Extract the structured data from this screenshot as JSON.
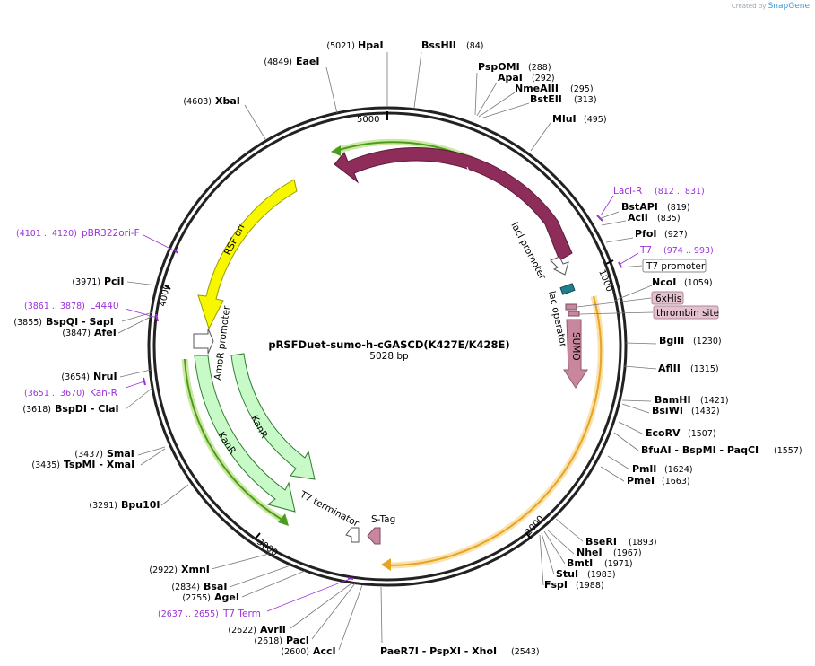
{
  "credit": {
    "prefix": "Created by",
    "brand": "SnapGene"
  },
  "plasmid": {
    "name": "pRSFDuet-sumo-h-cGASCD(K427E/K428E)",
    "length": "5028 bp"
  },
  "ticks": [
    "1000",
    "2000",
    "3000",
    "4000",
    "5000"
  ],
  "sites": [
    {
      "pos": "(5021)",
      "name": "HpaI"
    },
    {
      "pos": "(84)",
      "name": "BssHII"
    },
    {
      "pos": "(4849)",
      "name": "EaeI"
    },
    {
      "pos": "(288)",
      "name": "PspOMI"
    },
    {
      "pos": "(292)",
      "name": "ApaI"
    },
    {
      "pos": "(295)",
      "name": "NmeAIII"
    },
    {
      "pos": "(313)",
      "name": "BstEII"
    },
    {
      "pos": "(495)",
      "name": "MluI"
    },
    {
      "pos": "(4603)",
      "name": "XbaI"
    },
    {
      "pos": "(819)",
      "name": "BstAPI"
    },
    {
      "pos": "(835)",
      "name": "AclI"
    },
    {
      "pos": "(927)",
      "name": "PfoI"
    },
    {
      "pos": "(1059)",
      "name": "NcoI"
    },
    {
      "pos": "(1230)",
      "name": "BglII"
    },
    {
      "pos": "(1315)",
      "name": "AflII"
    },
    {
      "pos": "(1421)",
      "name": "BamHI"
    },
    {
      "pos": "(1432)",
      "name": "BsiWI"
    },
    {
      "pos": "(1507)",
      "name": "EcoRV"
    },
    {
      "pos": "(1557)",
      "name": "BfuAI - BspMI - PaqCI"
    },
    {
      "pos": "(1624)",
      "name": "PmlI"
    },
    {
      "pos": "(1663)",
      "name": "PmeI"
    },
    {
      "pos": "(1893)",
      "name": "BseRI"
    },
    {
      "pos": "(1967)",
      "name": "NheI"
    },
    {
      "pos": "(1971)",
      "name": "BmtI"
    },
    {
      "pos": "(1983)",
      "name": "StuI"
    },
    {
      "pos": "(1988)",
      "name": "FspI"
    },
    {
      "pos": "(3971)",
      "name": "PciI"
    },
    {
      "pos": "(3855)",
      "name": "BspQI - SapI"
    },
    {
      "pos": "(3847)",
      "name": "AfeI"
    },
    {
      "pos": "(3654)",
      "name": "NruI"
    },
    {
      "pos": "(3618)",
      "name": "BspDI - ClaI"
    },
    {
      "pos": "(3437)",
      "name": "SmaI"
    },
    {
      "pos": "(3435)",
      "name": "TspMI - XmaI"
    },
    {
      "pos": "(3291)",
      "name": "Bpu10I"
    },
    {
      "pos": "(2922)",
      "name": "XmnI"
    },
    {
      "pos": "(2834)",
      "name": "BsaI"
    },
    {
      "pos": "(2755)",
      "name": "AgeI"
    },
    {
      "pos": "(2622)",
      "name": "AvrII"
    },
    {
      "pos": "(2618)",
      "name": "PacI"
    },
    {
      "pos": "(2600)",
      "name": "AccI"
    },
    {
      "pos": "(2543)",
      "name": "PaeR7I - PspXI - XhoI"
    }
  ],
  "primers": [
    {
      "name": "LacI-R",
      "range": "(812 .. 831)"
    },
    {
      "name": "T7",
      "range": "(974 .. 993)"
    },
    {
      "name": "pBR322ori-F",
      "range": "(4101 .. 4120)"
    },
    {
      "name": "L4440",
      "range": "(3861 .. 3878)"
    },
    {
      "name": "Kan-R",
      "range": "(3651 .. 3670)"
    },
    {
      "name": "T7 Term",
      "range": "(2637 .. 2655)"
    }
  ],
  "boxed": [
    {
      "name": "T7 promoter"
    },
    {
      "name": "6xHis"
    },
    {
      "name": "thrombin site"
    }
  ],
  "features": [
    {
      "name": "lacI"
    },
    {
      "name": "lacI promoter"
    },
    {
      "name": "lac operator"
    },
    {
      "name": "SUMO"
    },
    {
      "name": "RSF ori"
    },
    {
      "name": "AmpR promoter"
    },
    {
      "name": "KanR"
    },
    {
      "name": "KanR"
    },
    {
      "name": "T7 terminator"
    },
    {
      "name": "S-Tag"
    }
  ],
  "colors": {
    "lacI": "#8e2c5a",
    "sumo": "#c9869f",
    "ori": "#f7f700",
    "kanr": "#c8fac8",
    "tag": "#c9869f",
    "primer": "#9b30d9",
    "orf_green": "#4c9b1f",
    "orf_orange": "#e6a423"
  }
}
